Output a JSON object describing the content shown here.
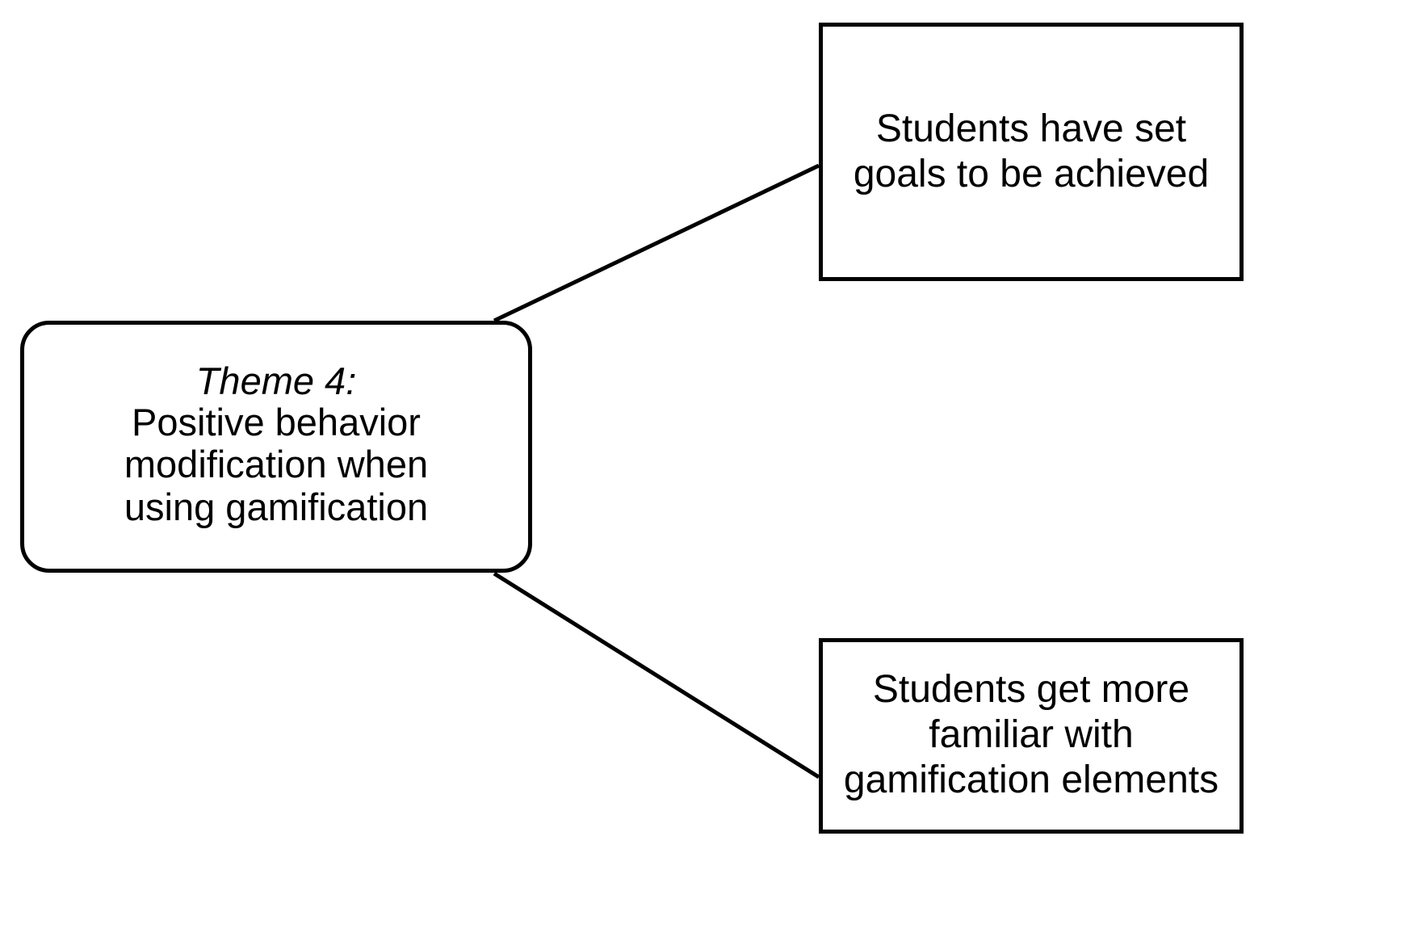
{
  "diagram": {
    "type": "tree-mindmap",
    "background_color": "#ffffff",
    "stroke_color": "#000000",
    "root": {
      "title": "Theme 4:",
      "title_style": "italic",
      "lines": [
        "Positive behavior",
        "modification when",
        "using gamification"
      ],
      "shape": "rounded-rectangle"
    },
    "branches": [
      {
        "id": "branch-goals",
        "shape": "rectangle",
        "lines": [
          "Students have set",
          "goals to be achieved"
        ]
      },
      {
        "id": "branch-familiarity",
        "shape": "rectangle",
        "lines": [
          "Students get more",
          "familiar with",
          "gamification elements"
        ]
      }
    ],
    "connectors": [
      {
        "id": "connector-root-to-goals",
        "from": "root",
        "to": "branch-goals"
      },
      {
        "id": "connector-root-to-familiarity",
        "from": "root",
        "to": "branch-familiarity"
      }
    ]
  }
}
